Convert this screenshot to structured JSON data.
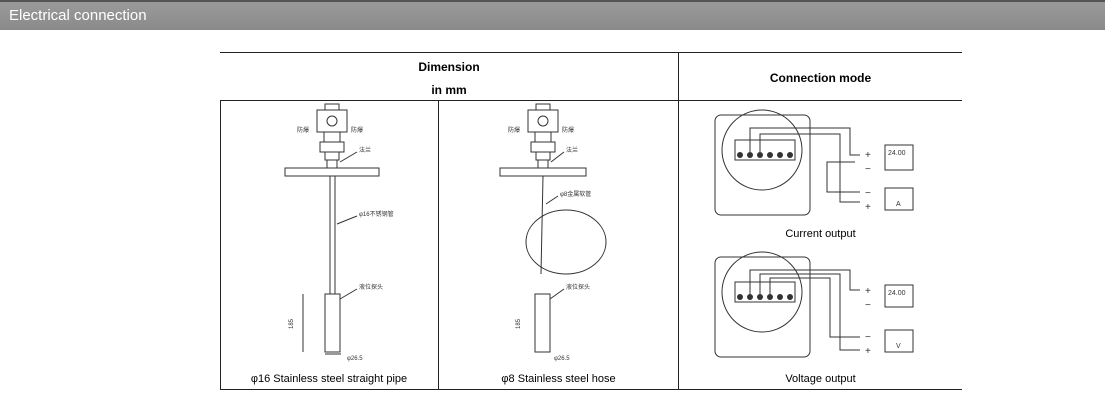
{
  "header": {
    "title": "Electrical connection"
  },
  "table": {
    "col1_header_line1": "Dimension",
    "col1_header_line2": "in mm",
    "col2_header": "Connection mode"
  },
  "drawings": {
    "pipe_caption": "φ16 Stainless steel straight pipe",
    "hose_caption": "φ8 Stainless steel hose",
    "pipe_dim_length": "185",
    "pipe_dim_diameter": "φ26.5",
    "hose_dim_length": "185",
    "hose_dim_diameter": "φ26.5"
  },
  "connection": {
    "current_caption": "Current output",
    "voltage_caption": "Voltage output",
    "display_value": "24.00",
    "ammeter_symbol": "A",
    "voltmeter_symbol": "V",
    "plus": "+",
    "minus": "−"
  }
}
